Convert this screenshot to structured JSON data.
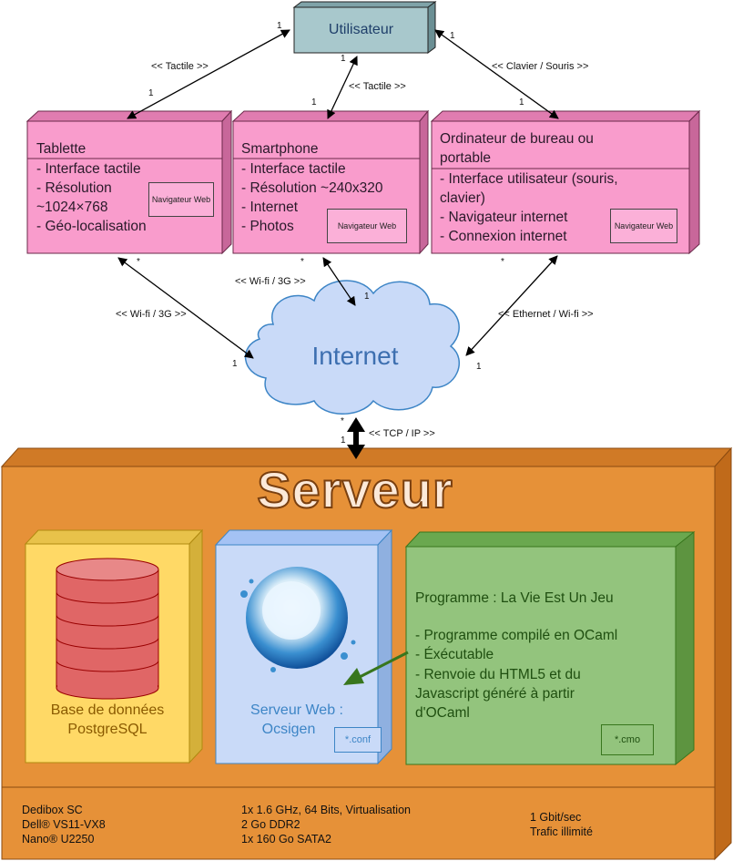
{
  "user": {
    "label": "Utilisateur"
  },
  "devices": {
    "tablet": {
      "title": "Tablette",
      "features": [
        "- Interface tactile",
        "- Résolution",
        "~1024×768",
        "- Géo-localisation"
      ],
      "browser": "Navigateur Web"
    },
    "smartphone": {
      "title": "Smartphone",
      "features": [
        "- Interface tactile",
        "- Résolution ~240x320",
        "- Internet",
        "- Photos"
      ],
      "browser": "Navigateur Web"
    },
    "desktop": {
      "title_lines": [
        "Ordinateur de bureau ou",
        "portable"
      ],
      "features": [
        "- Interface utilisateur (souris,",
        "clavier)",
        "- Navigateur internet",
        "- Connexion internet"
      ],
      "browser": "Navigateur Web"
    }
  },
  "connections": {
    "user_tablet": "<< Tactile >>",
    "user_smartphone": "<< Tactile >>",
    "user_desktop": "<< Clavier / Souris >>",
    "tablet_internet": "<< Wi-fi / 3G >>",
    "smartphone_internet": "<< Wi-fi / 3G >>",
    "desktop_internet": "<< Ethernet / Wi-fi >>",
    "internet_server": "<< TCP / IP >>"
  },
  "multiplicities": {
    "one": "1",
    "many": "*"
  },
  "internet": {
    "label": "Internet"
  },
  "server": {
    "title": "Serveur",
    "database": {
      "lines": [
        "Base de données",
        "PostgreSQL"
      ]
    },
    "webserver": {
      "lines": [
        "Serveur Web :",
        "Ocsigen"
      ],
      "conf": "*.conf"
    },
    "program": {
      "lines": [
        "Programme : La Vie Est Un Jeu",
        "",
        "- Programme compilé en OCaml",
        "- Éxécutable",
        "- Renvoie du HTML5 et du",
        "Javascript généré à partir",
        "d'OCaml"
      ],
      "cmo": "*.cmo"
    },
    "specs": {
      "col1": "Dedibox SC\nDell® VS11-VX8\nNano® U2250",
      "col2": "1x 1.6 GHz, 64 Bits, Virtualisation\n2 Go DDR2\n1x 160 Go SATA2",
      "col3": "1 Gbit/sec\nTrafic illimité"
    }
  },
  "colors": {
    "user_fill": "#a8c8cc",
    "device_fill": "#f99ccc",
    "server_fill": "#e69138",
    "db_fill": "#ffd966",
    "web_fill": "#c9daf8",
    "program_fill": "#93c47d",
    "cloud_fill": "#c9daf8"
  }
}
